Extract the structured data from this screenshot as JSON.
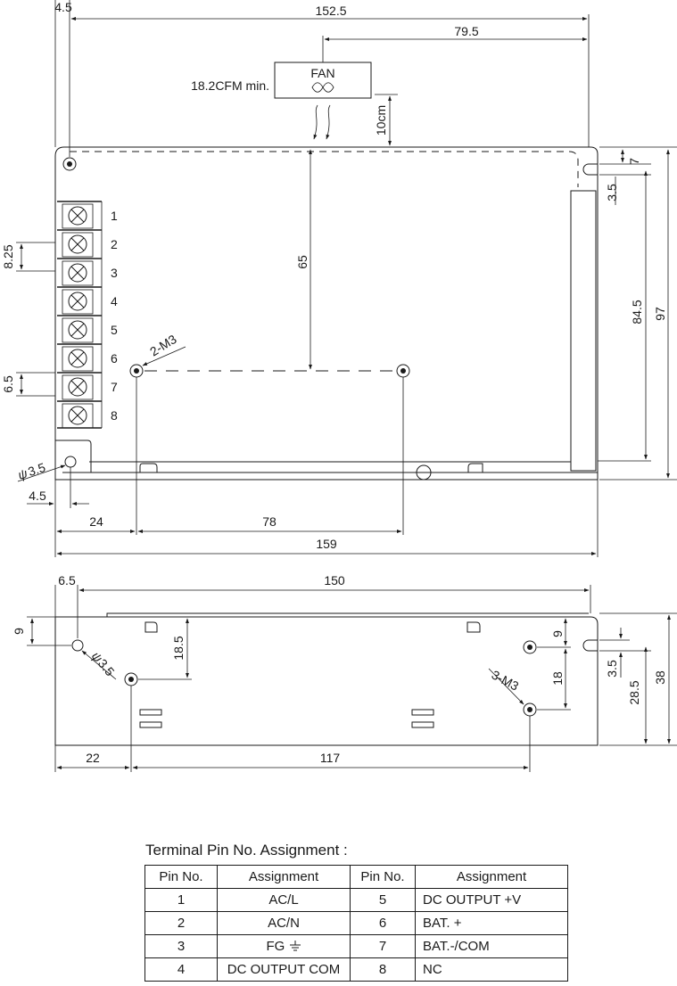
{
  "top_view": {
    "fan_label": "FAN",
    "airflow": "18.2CFM min.",
    "fan_distance": "10cm",
    "dims": {
      "left_offset": "4.5",
      "overall_top": "152.5",
      "fan_offset": "79.5",
      "mount_from_top": "65",
      "slot_width": "7",
      "slot_offset": "3.5",
      "inner_height": "84.5",
      "total_height": "97",
      "pin_pitch": "8.25",
      "terminal_depth": "6.5",
      "hole_dia": "3.5",
      "hole_offset": "4.5",
      "hole_x1": "24",
      "hole_spacing": "78",
      "total_width": "159",
      "mount_label": "2-M3"
    },
    "terminal_numbers": [
      "1",
      "2",
      "3",
      "4",
      "5",
      "6",
      "7",
      "8"
    ],
    "hole_dia_symbol": "ψ"
  },
  "side_view": {
    "dims": {
      "left_offset": "6.5",
      "overall": "150",
      "left_hole_y": "9",
      "hole_dia": "3.5",
      "mount_y": "18.5",
      "right_hole_y": "9",
      "hole_spacing_v": "18",
      "slot_offset": "3.5",
      "mount_height": "28.5",
      "total_height": "38",
      "mount_x1": "22",
      "mount_spacing": "117",
      "mount_label": "3-M3"
    },
    "hole_dia_symbol": "ψ"
  },
  "pin_table": {
    "title": "Terminal Pin No. Assignment :",
    "headers": [
      "Pin No.",
      "Assignment",
      "Pin No.",
      "Assignment"
    ],
    "rows": [
      {
        "pin_a": "1",
        "assign_a": "AC/L",
        "pin_b": "5",
        "assign_b": "DC OUTPUT +V"
      },
      {
        "pin_a": "2",
        "assign_a": "AC/N",
        "pin_b": "6",
        "assign_b": "BAT. +"
      },
      {
        "pin_a": "3",
        "assign_a": "FG",
        "pin_b": "7",
        "assign_b": "BAT.-/COM"
      },
      {
        "pin_a": "4",
        "assign_a": "DC OUTPUT COM",
        "pin_b": "8",
        "assign_b": "NC"
      }
    ],
    "ground_symbol_name": "ground-icon"
  }
}
